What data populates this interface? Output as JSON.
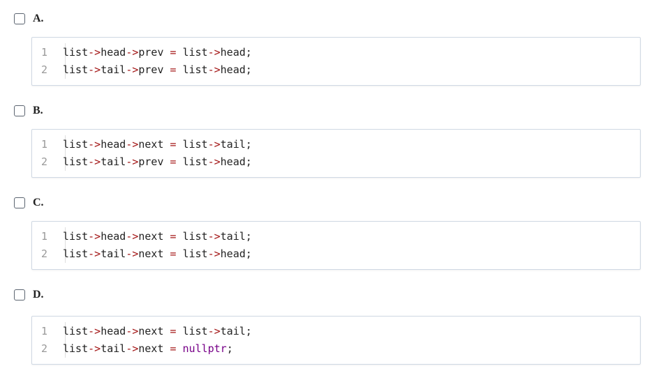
{
  "options": [
    {
      "label": "A.",
      "lines": [
        {
          "num": "1",
          "tokens": [
            {
              "t": "list",
              "k": "ident"
            },
            {
              "t": "->",
              "k": "arrow"
            },
            {
              "t": "head",
              "k": "ident"
            },
            {
              "t": "->",
              "k": "arrow"
            },
            {
              "t": "prev",
              "k": "ident"
            },
            {
              "t": " ",
              "k": "punct"
            },
            {
              "t": "=",
              "k": "op"
            },
            {
              "t": " ",
              "k": "punct"
            },
            {
              "t": "list",
              "k": "ident"
            },
            {
              "t": "->",
              "k": "arrow"
            },
            {
              "t": "head",
              "k": "ident"
            },
            {
              "t": ";",
              "k": "punct"
            }
          ]
        },
        {
          "num": "2",
          "tokens": [
            {
              "t": "list",
              "k": "ident"
            },
            {
              "t": "->",
              "k": "arrow"
            },
            {
              "t": "tail",
              "k": "ident"
            },
            {
              "t": "->",
              "k": "arrow"
            },
            {
              "t": "prev",
              "k": "ident"
            },
            {
              "t": " ",
              "k": "punct"
            },
            {
              "t": "=",
              "k": "op"
            },
            {
              "t": " ",
              "k": "punct"
            },
            {
              "t": "list",
              "k": "ident"
            },
            {
              "t": "->",
              "k": "arrow"
            },
            {
              "t": "head",
              "k": "ident"
            },
            {
              "t": ";",
              "k": "punct"
            }
          ]
        }
      ]
    },
    {
      "label": "B.",
      "lines": [
        {
          "num": "1",
          "tokens": [
            {
              "t": "list",
              "k": "ident"
            },
            {
              "t": "->",
              "k": "arrow"
            },
            {
              "t": "head",
              "k": "ident"
            },
            {
              "t": "->",
              "k": "arrow"
            },
            {
              "t": "next",
              "k": "ident"
            },
            {
              "t": " ",
              "k": "punct"
            },
            {
              "t": "=",
              "k": "op"
            },
            {
              "t": " ",
              "k": "punct"
            },
            {
              "t": "list",
              "k": "ident"
            },
            {
              "t": "->",
              "k": "arrow"
            },
            {
              "t": "tail",
              "k": "ident"
            },
            {
              "t": ";",
              "k": "punct"
            }
          ]
        },
        {
          "num": "2",
          "tokens": [
            {
              "t": "list",
              "k": "ident"
            },
            {
              "t": "->",
              "k": "arrow"
            },
            {
              "t": "tail",
              "k": "ident"
            },
            {
              "t": "->",
              "k": "arrow"
            },
            {
              "t": "prev",
              "k": "ident"
            },
            {
              "t": " ",
              "k": "punct"
            },
            {
              "t": "=",
              "k": "op"
            },
            {
              "t": " ",
              "k": "punct"
            },
            {
              "t": "list",
              "k": "ident"
            },
            {
              "t": "->",
              "k": "arrow"
            },
            {
              "t": "head",
              "k": "ident"
            },
            {
              "t": ";",
              "k": "punct"
            }
          ]
        }
      ]
    },
    {
      "label": "C.",
      "lines": [
        {
          "num": "1",
          "tokens": [
            {
              "t": "list",
              "k": "ident"
            },
            {
              "t": "->",
              "k": "arrow"
            },
            {
              "t": "head",
              "k": "ident"
            },
            {
              "t": "->",
              "k": "arrow"
            },
            {
              "t": "next",
              "k": "ident"
            },
            {
              "t": " ",
              "k": "punct"
            },
            {
              "t": "=",
              "k": "op"
            },
            {
              "t": " ",
              "k": "punct"
            },
            {
              "t": "list",
              "k": "ident"
            },
            {
              "t": "->",
              "k": "arrow"
            },
            {
              "t": "tail",
              "k": "ident"
            },
            {
              "t": ";",
              "k": "punct"
            }
          ]
        },
        {
          "num": "2",
          "tokens": [
            {
              "t": "list",
              "k": "ident"
            },
            {
              "t": "->",
              "k": "arrow"
            },
            {
              "t": "tail",
              "k": "ident"
            },
            {
              "t": "->",
              "k": "arrow"
            },
            {
              "t": "next",
              "k": "ident"
            },
            {
              "t": " ",
              "k": "punct"
            },
            {
              "t": "=",
              "k": "op"
            },
            {
              "t": " ",
              "k": "punct"
            },
            {
              "t": "list",
              "k": "ident"
            },
            {
              "t": "->",
              "k": "arrow"
            },
            {
              "t": "head",
              "k": "ident"
            },
            {
              "t": ";",
              "k": "punct"
            }
          ]
        }
      ]
    },
    {
      "label": "D.",
      "lines": [
        {
          "num": "1",
          "tokens": [
            {
              "t": "list",
              "k": "ident"
            },
            {
              "t": "->",
              "k": "arrow"
            },
            {
              "t": "head",
              "k": "ident"
            },
            {
              "t": "->",
              "k": "arrow"
            },
            {
              "t": "next",
              "k": "ident"
            },
            {
              "t": " ",
              "k": "punct"
            },
            {
              "t": "=",
              "k": "op"
            },
            {
              "t": " ",
              "k": "punct"
            },
            {
              "t": "list",
              "k": "ident"
            },
            {
              "t": "->",
              "k": "arrow"
            },
            {
              "t": "tail",
              "k": "ident"
            },
            {
              "t": ";",
              "k": "punct"
            }
          ]
        },
        {
          "num": "2",
          "tokens": [
            {
              "t": "list",
              "k": "ident"
            },
            {
              "t": "->",
              "k": "arrow"
            },
            {
              "t": "tail",
              "k": "ident"
            },
            {
              "t": "->",
              "k": "arrow"
            },
            {
              "t": "next",
              "k": "ident"
            },
            {
              "t": " ",
              "k": "punct"
            },
            {
              "t": "=",
              "k": "op"
            },
            {
              "t": " ",
              "k": "punct"
            },
            {
              "t": "nullptr",
              "k": "kw"
            },
            {
              "t": ";",
              "k": "punct"
            }
          ]
        }
      ]
    }
  ],
  "colors": {
    "arrow": "#a31515",
    "keyword": "#770088",
    "text": "#222222",
    "line_number": "#999999",
    "box_border": "#cfd8e3",
    "checkbox_border": "#5b6470"
  }
}
